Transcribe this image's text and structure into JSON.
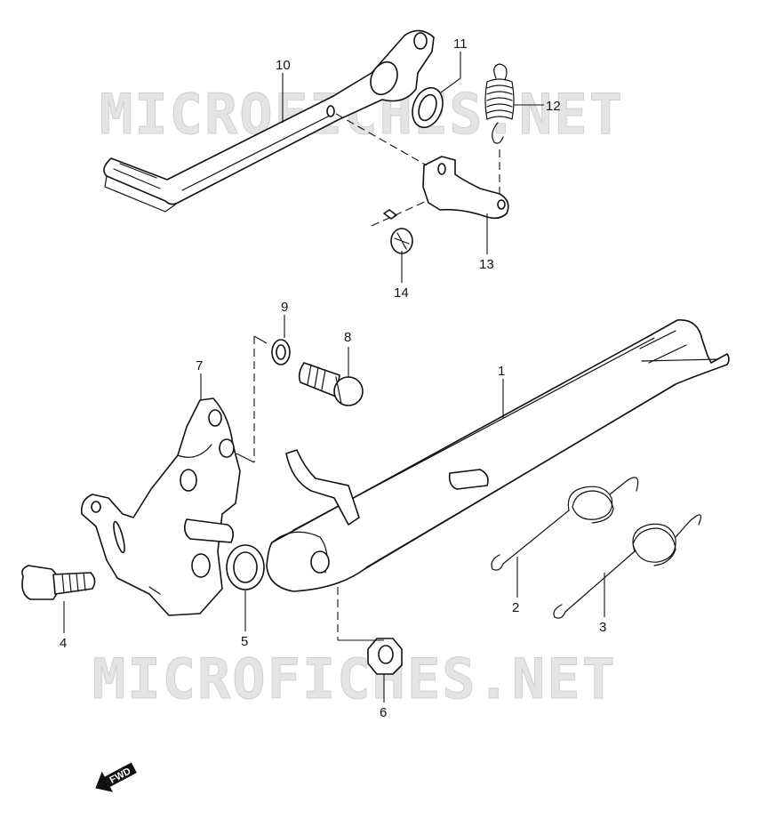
{
  "watermark": {
    "text": "MICROFICHES.NET"
  },
  "direction_marker": {
    "text": "FWD"
  },
  "callouts": [
    {
      "id": "1",
      "label": "1"
    },
    {
      "id": "2",
      "label": "2"
    },
    {
      "id": "3",
      "label": "3"
    },
    {
      "id": "4",
      "label": "4"
    },
    {
      "id": "5",
      "label": "5"
    },
    {
      "id": "6",
      "label": "6"
    },
    {
      "id": "7",
      "label": "7"
    },
    {
      "id": "8",
      "label": "8"
    },
    {
      "id": "9",
      "label": "9"
    },
    {
      "id": "10",
      "label": "10"
    },
    {
      "id": "11",
      "label": "11"
    },
    {
      "id": "12",
      "label": "12"
    },
    {
      "id": "13",
      "label": "13"
    },
    {
      "id": "14",
      "label": "14"
    }
  ],
  "colors": {
    "line": "#111111",
    "background": "#ffffff",
    "watermark": "#e4e4e4"
  }
}
